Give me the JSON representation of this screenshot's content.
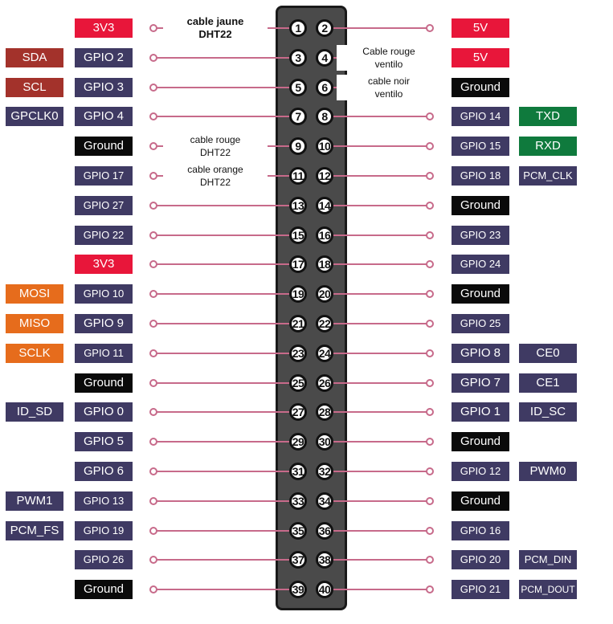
{
  "colors": {
    "gpio": "#3f3a63",
    "power": "#e8163a",
    "ground": "#0a0a0a",
    "i2c": "#a3322b",
    "spi": "#e66c1c",
    "uart": "#0f7a3d",
    "special": "#3f3a63",
    "wire": "#c76a8a"
  },
  "rows": [
    {
      "pin_left": "1",
      "pin_right": "2",
      "left": {
        "label": "3V3",
        "type": "power"
      },
      "left_func": null,
      "right": {
        "label": "5V",
        "type": "power"
      },
      "right_func": null
    },
    {
      "pin_left": "3",
      "pin_right": "4",
      "left": {
        "label": "GPIO 2",
        "type": "gpio"
      },
      "left_func": {
        "label": "SDA",
        "type": "i2c"
      },
      "right": {
        "label": "5V",
        "type": "power"
      },
      "right_func": null
    },
    {
      "pin_left": "5",
      "pin_right": "6",
      "left": {
        "label": "GPIO 3",
        "type": "gpio"
      },
      "left_func": {
        "label": "SCL",
        "type": "i2c"
      },
      "right": {
        "label": "Ground",
        "type": "ground"
      },
      "right_func": null
    },
    {
      "pin_left": "7",
      "pin_right": "8",
      "left": {
        "label": "GPIO 4",
        "type": "gpio"
      },
      "left_func": {
        "label": "GPCLK0",
        "type": "special"
      },
      "right": {
        "label": "GPIO 14",
        "type": "gpio"
      },
      "right_func": {
        "label": "TXD",
        "type": "uart"
      }
    },
    {
      "pin_left": "9",
      "pin_right": "10",
      "left": {
        "label": "Ground",
        "type": "ground"
      },
      "left_func": null,
      "right": {
        "label": "GPIO 15",
        "type": "gpio"
      },
      "right_func": {
        "label": "RXD",
        "type": "uart"
      }
    },
    {
      "pin_left": "11",
      "pin_right": "12",
      "left": {
        "label": "GPIO 17",
        "type": "gpio"
      },
      "left_func": null,
      "right": {
        "label": "GPIO 18",
        "type": "gpio"
      },
      "right_func": {
        "label": "PCM_CLK",
        "type": "special"
      }
    },
    {
      "pin_left": "13",
      "pin_right": "14",
      "left": {
        "label": "GPIO 27",
        "type": "gpio"
      },
      "left_func": null,
      "right": {
        "label": "Ground",
        "type": "ground"
      },
      "right_func": null
    },
    {
      "pin_left": "15",
      "pin_right": "16",
      "left": {
        "label": "GPIO 22",
        "type": "gpio"
      },
      "left_func": null,
      "right": {
        "label": "GPIO 23",
        "type": "gpio"
      },
      "right_func": null
    },
    {
      "pin_left": "17",
      "pin_right": "18",
      "left": {
        "label": "3V3",
        "type": "power"
      },
      "left_func": null,
      "right": {
        "label": "GPIO 24",
        "type": "gpio"
      },
      "right_func": null
    },
    {
      "pin_left": "19",
      "pin_right": "20",
      "left": {
        "label": "GPIO 10",
        "type": "gpio"
      },
      "left_func": {
        "label": "MOSI",
        "type": "spi"
      },
      "right": {
        "label": "Ground",
        "type": "ground"
      },
      "right_func": null
    },
    {
      "pin_left": "21",
      "pin_right": "22",
      "left": {
        "label": "GPIO 9",
        "type": "gpio"
      },
      "left_func": {
        "label": "MISO",
        "type": "spi"
      },
      "right": {
        "label": "GPIO 25",
        "type": "gpio"
      },
      "right_func": null
    },
    {
      "pin_left": "23",
      "pin_right": "24",
      "left": {
        "label": "GPIO 11",
        "type": "gpio"
      },
      "left_func": {
        "label": "SCLK",
        "type": "spi"
      },
      "right": {
        "label": "GPIO 8",
        "type": "gpio"
      },
      "right_func": {
        "label": "CE0",
        "type": "special"
      }
    },
    {
      "pin_left": "25",
      "pin_right": "26",
      "left": {
        "label": "Ground",
        "type": "ground"
      },
      "left_func": null,
      "right": {
        "label": "GPIO 7",
        "type": "gpio"
      },
      "right_func": {
        "label": "CE1",
        "type": "special"
      }
    },
    {
      "pin_left": "27",
      "pin_right": "28",
      "left": {
        "label": "GPIO 0",
        "type": "gpio"
      },
      "left_func": {
        "label": "ID_SD",
        "type": "special"
      },
      "right": {
        "label": "GPIO 1",
        "type": "gpio"
      },
      "right_func": {
        "label": "ID_SC",
        "type": "special"
      }
    },
    {
      "pin_left": "29",
      "pin_right": "30",
      "left": {
        "label": "GPIO 5",
        "type": "gpio"
      },
      "left_func": null,
      "right": {
        "label": "Ground",
        "type": "ground"
      },
      "right_func": null
    },
    {
      "pin_left": "31",
      "pin_right": "32",
      "left": {
        "label": "GPIO 6",
        "type": "gpio"
      },
      "left_func": null,
      "right": {
        "label": "GPIO 12",
        "type": "gpio"
      },
      "right_func": {
        "label": "PWM0",
        "type": "special"
      }
    },
    {
      "pin_left": "33",
      "pin_right": "34",
      "left": {
        "label": "GPIO 13",
        "type": "gpio"
      },
      "left_func": {
        "label": "PWM1",
        "type": "special"
      },
      "right": {
        "label": "Ground",
        "type": "ground"
      },
      "right_func": null
    },
    {
      "pin_left": "35",
      "pin_right": "36",
      "left": {
        "label": "GPIO 19",
        "type": "gpio"
      },
      "left_func": {
        "label": "PCM_FS",
        "type": "special"
      },
      "right": {
        "label": "GPIO 16",
        "type": "gpio"
      },
      "right_func": null
    },
    {
      "pin_left": "37",
      "pin_right": "38",
      "left": {
        "label": "GPIO 26",
        "type": "gpio"
      },
      "left_func": null,
      "right": {
        "label": "GPIO 20",
        "type": "gpio"
      },
      "right_func": {
        "label": "PCM_DIN",
        "type": "special"
      }
    },
    {
      "pin_left": "39",
      "pin_right": "40",
      "left": {
        "label": "Ground",
        "type": "ground"
      },
      "left_func": null,
      "right": {
        "label": "GPIO 21",
        "type": "gpio"
      },
      "right_func": {
        "label": "PCM_DOUT",
        "type": "special"
      }
    }
  ],
  "annotations": [
    {
      "text": "cable jaune\nDHT22",
      "side": "left",
      "row": 0,
      "bold": true
    },
    {
      "text": "Cable rouge\nventilo",
      "side": "right",
      "row": 1,
      "bold": false
    },
    {
      "text": "cable noir\nventilo",
      "side": "right",
      "row": 2,
      "bold": false
    },
    {
      "text": "cable rouge\nDHT22",
      "side": "left",
      "row": 4,
      "bold": false
    },
    {
      "text": "cable orange\nDHT22",
      "side": "left",
      "row": 5,
      "bold": false
    }
  ]
}
